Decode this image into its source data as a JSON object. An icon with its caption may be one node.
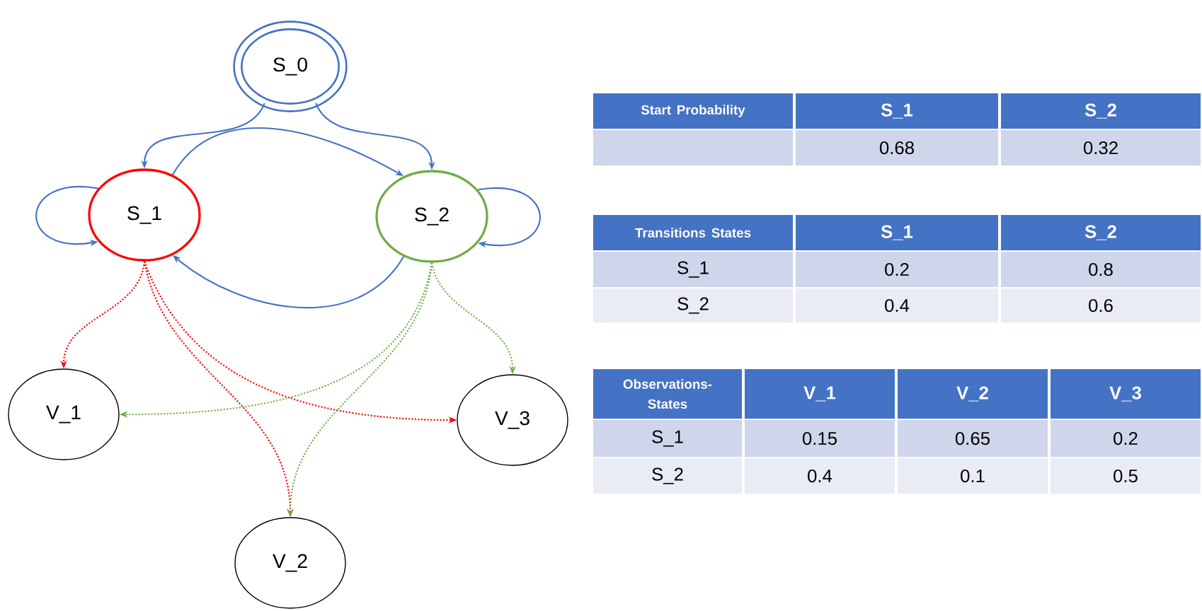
{
  "diagram": {
    "nodes": [
      {
        "text": [
          "S_0"
        ]
      },
      {
        "text": [
          "S_1"
        ]
      },
      {
        "text": [
          "S_2"
        ]
      },
      {
        "text": [
          "V_1"
        ]
      },
      {
        "text": [
          "V_3"
        ]
      },
      {
        "text": [
          "V_2"
        ]
      }
    ],
    "edges": [
      {
        "from": 0,
        "to": 1,
        "arrow": "to"
      },
      {
        "from": 0,
        "to": 2,
        "arrow": "to"
      },
      {
        "from": 1,
        "to": 1,
        "arrow": "to"
      },
      {
        "from": 2,
        "to": 2,
        "arrow": "to"
      },
      {
        "from": 1,
        "to": 2,
        "arrow": "to"
      },
      {
        "from": 2,
        "to": 1,
        "arrow": "to"
      },
      {
        "from": 1,
        "to": 3,
        "arrow": "to",
        "style": "dashed",
        "color": "#ff0000"
      },
      {
        "from": 1,
        "to": 5,
        "arrow": "to",
        "style": "dashed",
        "color": "#ff0000"
      },
      {
        "from": 1,
        "to": 4,
        "arrow": "to",
        "style": "dashed",
        "color": "#ff0000"
      },
      {
        "from": 2,
        "to": 3,
        "arrow": "to",
        "style": "dashed",
        "color": "#70ad47"
      },
      {
        "from": 2,
        "to": 5,
        "arrow": "to",
        "style": "dashed",
        "color": "#70ad47"
      },
      {
        "from": 2,
        "to": 4,
        "arrow": "to",
        "style": "dashed",
        "color": "#70ad47"
      }
    ],
    "labels": [
      "Start Probability",
      "S_1",
      "S_2",
      "0.68",
      "0.32",
      "Transitions States",
      "S_1",
      "S_2",
      "S_1",
      "0.2",
      "0.8",
      "S_2",
      "0.4",
      "0.6",
      "Observations-States",
      "V_1",
      "V_2",
      "V_3",
      "S_1",
      "0.15",
      "0.65",
      "0.2",
      "S_2",
      "0.4",
      "0.1",
      "0.5"
    ]
  }
}
